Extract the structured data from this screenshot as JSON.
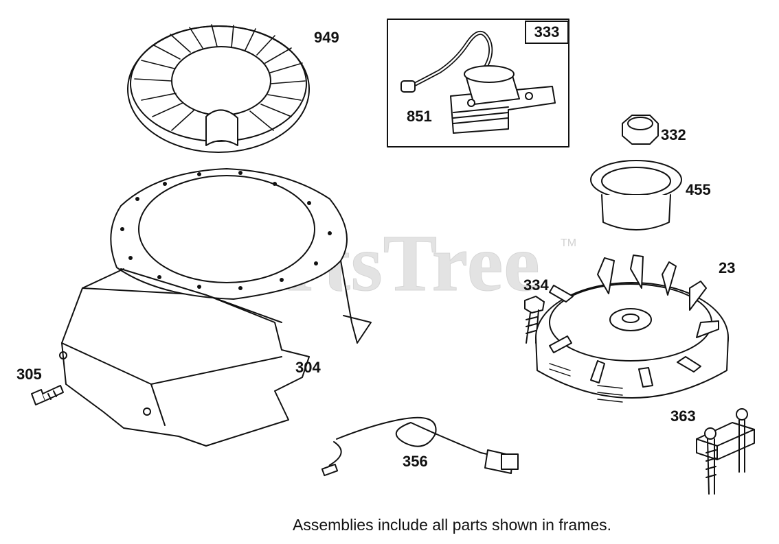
{
  "watermark": {
    "brand": "PartsTree",
    "trademark": "TM"
  },
  "frame": {
    "label": "333"
  },
  "callouts": [
    {
      "id": "949",
      "text": "949",
      "part": "recoil-cover"
    },
    {
      "id": "851",
      "text": "851",
      "part": "spark-plug-wire"
    },
    {
      "id": "332",
      "text": "332",
      "part": "flywheel-nut"
    },
    {
      "id": "455",
      "text": "455",
      "part": "starter-cup"
    },
    {
      "id": "23",
      "text": "23",
      "part": "flywheel"
    },
    {
      "id": "334",
      "text": "334",
      "part": "flywheel-screw"
    },
    {
      "id": "304",
      "text": "304",
      "part": "blower-housing"
    },
    {
      "id": "305",
      "text": "305",
      "part": "housing-bolt"
    },
    {
      "id": "356",
      "text": "356",
      "part": "ground-wire"
    },
    {
      "id": "363",
      "text": "363",
      "part": "stop-switch"
    }
  ],
  "caption": "Assemblies include all parts shown in frames.",
  "colors": {
    "line": "#111111",
    "watermark": "#e3e3e3",
    "background": "#ffffff"
  }
}
